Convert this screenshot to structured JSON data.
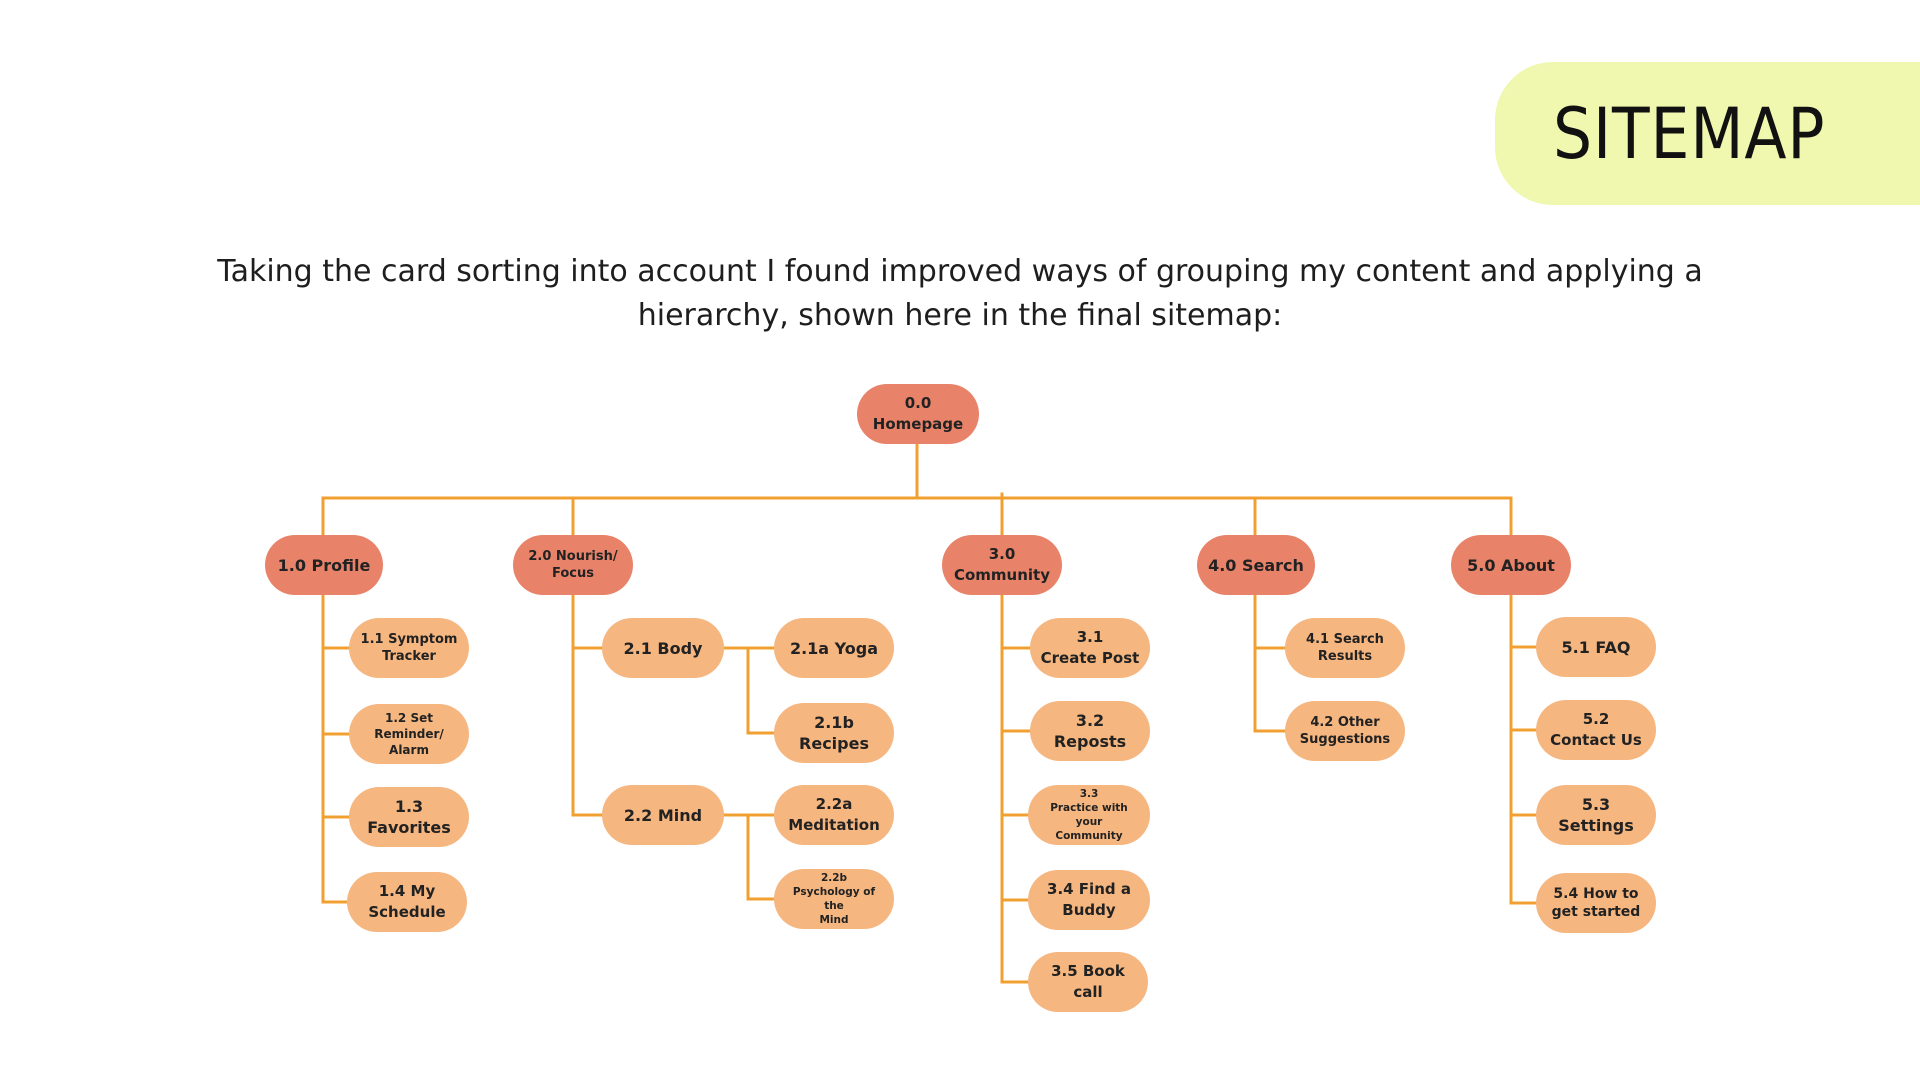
{
  "header": {
    "title": "SITEMAP",
    "intro_line1": "Taking the card sorting into account I  found improved ways of grouping my content and applying a",
    "intro_line2": "hierarchy, shown here in the final sitemap:"
  },
  "colors": {
    "main_node": "#e8836a",
    "sub_node": "#f6b680",
    "connector": "#f0a030",
    "title_tab": "#eff8ae"
  },
  "sitemap": {
    "root": "0.0\nHomepage",
    "sections": [
      {
        "label": "1.0 Profile",
        "children": [
          {
            "label": "1.1 Symptom\nTracker"
          },
          {
            "label": "1.2 Set\nReminder/ Alarm"
          },
          {
            "label": "1.3 Favorites"
          },
          {
            "label": "1.4 My\nSchedule"
          }
        ]
      },
      {
        "label": "2.0 Nourish/\nFocus",
        "children": [
          {
            "label": "2.1 Body",
            "children": [
              {
                "label": "2.1a Yoga"
              },
              {
                "label": "2.1b Recipes"
              }
            ]
          },
          {
            "label": "2.2 Mind",
            "children": [
              {
                "label": "2.2a\nMeditation"
              },
              {
                "label": "2.2b\nPsychology of the\nMind"
              }
            ]
          }
        ]
      },
      {
        "label": "3.0\nCommunity",
        "children": [
          {
            "label": "3.1\nCreate Post"
          },
          {
            "label": "3.2 Reposts"
          },
          {
            "label": "3.3\nPractice with your\nCommunity"
          },
          {
            "label": "3.4 Find a\nBuddy"
          },
          {
            "label": "3.5 Book call"
          }
        ]
      },
      {
        "label": "4.0 Search",
        "children": [
          {
            "label": "4.1 Search\nResults"
          },
          {
            "label": "4.2 Other\nSuggestions"
          }
        ]
      },
      {
        "label": "5.0 About",
        "children": [
          {
            "label": "5.1 FAQ"
          },
          {
            "label": "5.2\nContact Us"
          },
          {
            "label": "5.3 Settings"
          },
          {
            "label": "5.4 How to\nget started"
          }
        ]
      }
    ]
  }
}
